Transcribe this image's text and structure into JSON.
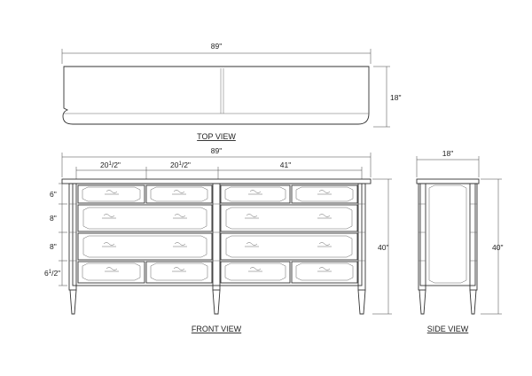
{
  "top_view": {
    "width_label": "89\"",
    "depth_label": "18\"",
    "view_label": "TOP VIEW"
  },
  "front_view": {
    "overall_width_label": "89\"",
    "drawer_width_left_1": "20",
    "drawer_width_left_1_frac": "1",
    "drawer_width_left_1_unit": "2\"",
    "drawer_width_left_2": "20",
    "drawer_width_left_2_frac": "1",
    "drawer_width_left_2_unit": "2\"",
    "drawer_width_right": "41\"",
    "row_heights": [
      {
        "whole": "6\"",
        "frac": "",
        "unit": ""
      },
      {
        "whole": "8\"",
        "frac": "",
        "unit": ""
      },
      {
        "whole": "8\"",
        "frac": "",
        "unit": ""
      },
      {
        "whole": "6",
        "frac": "1",
        "unit": "2\""
      }
    ],
    "height_label": "40\"",
    "view_label": "FRONT VIEW"
  },
  "side_view": {
    "depth_label": "18\"",
    "height_label": "40\"",
    "view_label": "SIDE VIEW"
  }
}
